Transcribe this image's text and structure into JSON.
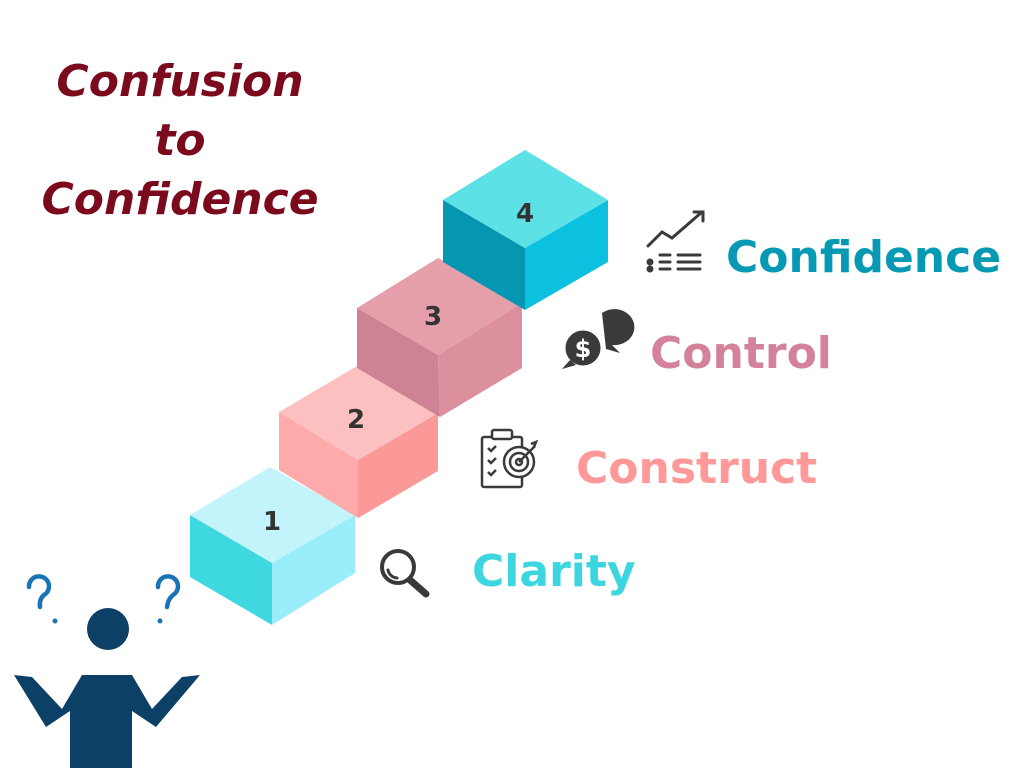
{
  "title": {
    "line1": "Confusion",
    "line2": "to",
    "line3": "Confidence"
  },
  "steps": [
    {
      "number": "1",
      "label": "Clarity",
      "icon": "magnifier-icon",
      "color": "#3dd6e0"
    },
    {
      "number": "2",
      "label": "Construct",
      "icon": "clipboard-target-icon",
      "color": "#ff9898"
    },
    {
      "number": "3",
      "label": "Control",
      "icon": "money-chat-icon",
      "color": "#d4829a"
    },
    {
      "number": "4",
      "label": "Confidence",
      "icon": "growth-chart-icon",
      "color": "#0599b4"
    }
  ],
  "colors": {
    "title": "#7a0a1c",
    "person": "#0d4066",
    "question_marks": "#1a73b5",
    "icons": "#3a3a3a"
  }
}
